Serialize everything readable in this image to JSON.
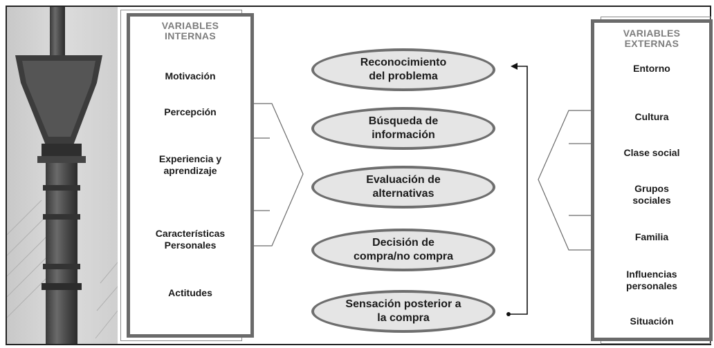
{
  "internal": {
    "title": "VARIABLES\nINTERNAS",
    "items": [
      "Motivación",
      "Percepción",
      "Experiencia y\naprendizaje",
      "Características\nPersonales",
      "Actitudes"
    ]
  },
  "stages": [
    "Reconocimiento\ndel problema",
    "Búsqueda de\ninformación",
    "Evaluación de\nalternativas",
    "Decisión de\ncompra/no compra",
    "Sensación posterior a\nla compra"
  ],
  "external": {
    "title": "VARIABLES\nEXTERNAS",
    "items": [
      "Entorno",
      "Cultura",
      "Clase social",
      "Grupos\nsociales",
      "Familia",
      "Influencias\npersonales",
      "Situación"
    ]
  },
  "colors": {
    "panel_border": "#6a6a6a",
    "stage_fill": "#e5e5e5",
    "stage_border": "#6e6e6e",
    "title_text": "#7d7d7d"
  }
}
